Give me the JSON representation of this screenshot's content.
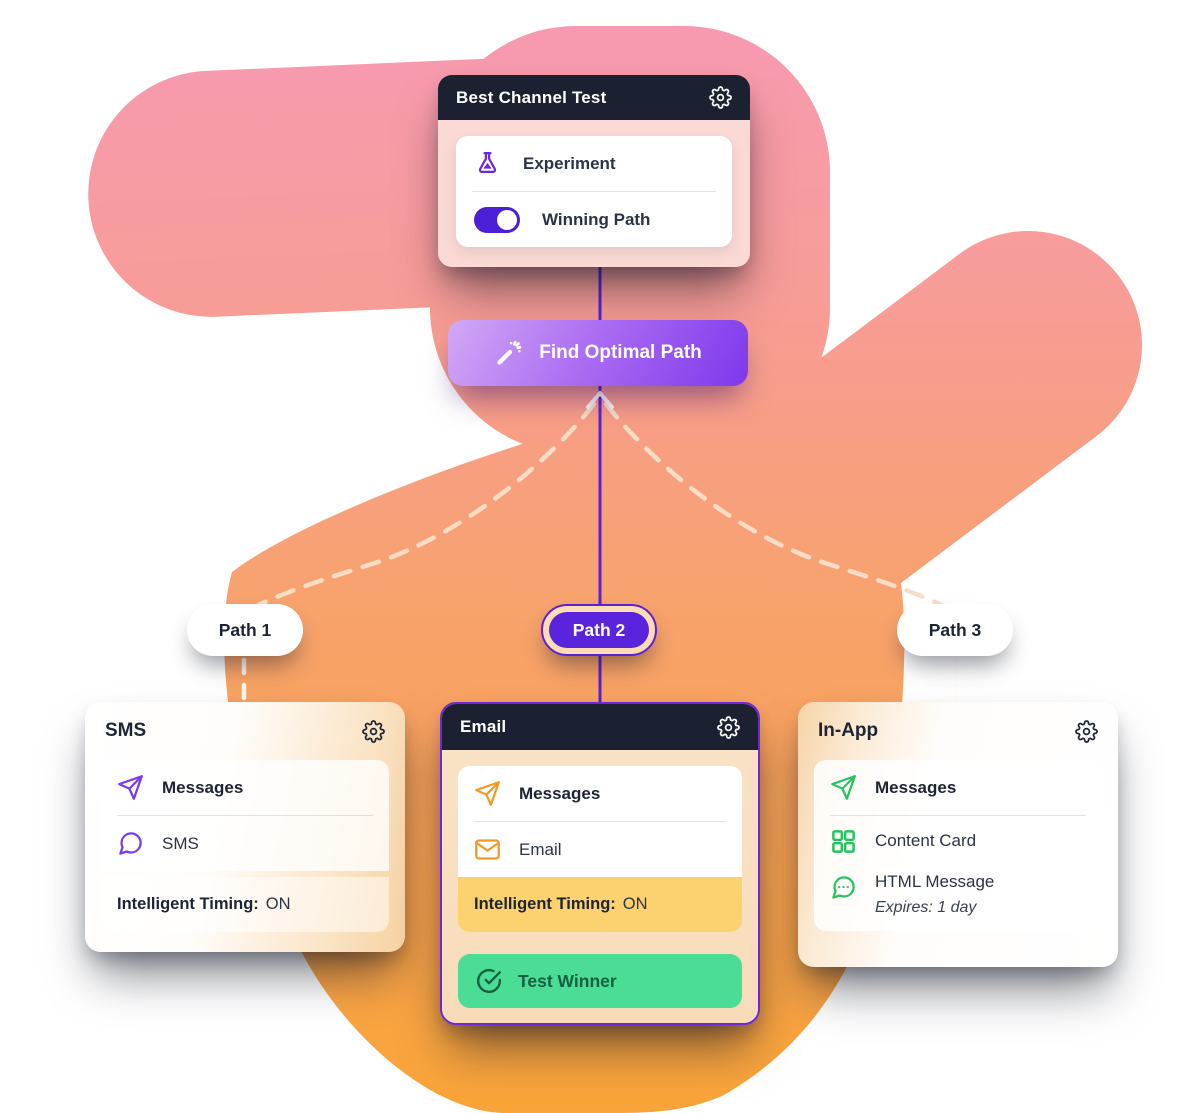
{
  "colors": {
    "blob_pink_top": "#f79ab4",
    "blob_orange_bottom": "#f9a438",
    "header_dark": "#1b2130",
    "accent_purple": "#6d28d9",
    "toggle_purple": "#4a1fd6",
    "button_gradient_start": "#d2a9f6",
    "button_gradient_end": "#7e38ec",
    "pink_card_body": "#fbdad6",
    "peach_card_body": "#f8dfc1",
    "timing_yellow": "#fcd26e",
    "winner_green": "#4bdc96",
    "winner_green_text": "#17603f",
    "sms_accent": "#7c3aed",
    "email_accent": "#f29a23",
    "inapp_accent": "#22c55e",
    "dashed_connector": "#f7ddc6"
  },
  "experiment_card": {
    "title": "Best Channel Test",
    "gear": "gear-icon",
    "rows": [
      {
        "icon": "flask-icon",
        "label": "Experiment"
      },
      {
        "icon": "toggle-on",
        "label": "Winning Path",
        "toggle_state": "on"
      }
    ]
  },
  "optimal_path_button": {
    "icon": "magic-wand-icon",
    "label": "Find Optimal Path"
  },
  "path_pills": [
    {
      "label": "Path 1",
      "active": false
    },
    {
      "label": "Path 2",
      "active": true
    },
    {
      "label": "Path 3",
      "active": false
    }
  ],
  "channels": [
    {
      "title": "SMS",
      "gear": "gear-icon",
      "rows": [
        {
          "icon": "send-icon",
          "label": "Messages"
        },
        {
          "icon": "chat-bubble-icon",
          "label": "SMS"
        }
      ],
      "timing": {
        "label": "Intelligent Timing:",
        "value": "ON"
      }
    },
    {
      "title": "Email",
      "gear": "gear-icon",
      "rows": [
        {
          "icon": "send-icon",
          "label": "Messages"
        },
        {
          "icon": "envelope-icon",
          "label": "Email"
        }
      ],
      "timing": {
        "label": "Intelligent Timing:",
        "value": "ON"
      },
      "winner": {
        "icon": "check-circle-icon",
        "label": "Test Winner"
      }
    },
    {
      "title": "In-App",
      "gear": "gear-icon",
      "rows": [
        {
          "icon": "send-icon",
          "label": "Messages"
        },
        {
          "icon": "grid-icon",
          "label": "Content Card"
        },
        {
          "icon": "chat-dots-icon",
          "label": "HTML Message",
          "sub": "Expires: 1 day"
        }
      ]
    }
  ]
}
